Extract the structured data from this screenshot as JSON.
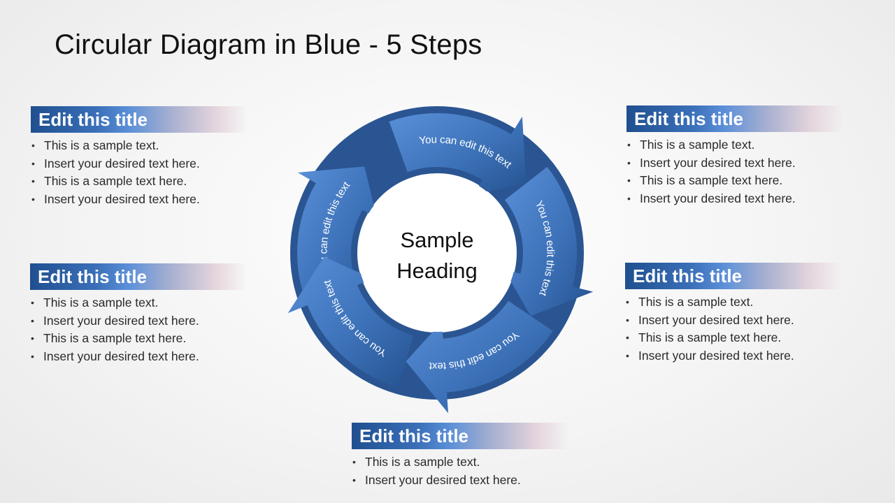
{
  "slide": {
    "title": "Circular Diagram in Blue - 5 Steps"
  },
  "center": {
    "heading_line1": "Sample",
    "heading_line2": "Heading"
  },
  "ring": {
    "colors": {
      "dark": "#23508f",
      "mid": "#3768ad",
      "light": "#5289d3",
      "text": "#ffffff"
    },
    "steps": [
      {
        "label": "You can edit this text"
      },
      {
        "label": "You can edit this text"
      },
      {
        "label": "You can edit this text"
      },
      {
        "label": "You can edit this text"
      },
      {
        "label": "You can edit this text"
      }
    ]
  },
  "blocks": [
    {
      "title": "Edit this title",
      "bullets": [
        "This is a sample text.",
        "Insert your desired  text here.",
        "This is a sample text here.",
        "Insert your desired  text here."
      ]
    },
    {
      "title": "Edit this title",
      "bullets": [
        "This is a sample text.",
        "Insert your desired  text here.",
        "This is a sample text here.",
        "Insert your desired  text here."
      ]
    },
    {
      "title": "Edit this title",
      "bullets": [
        "This is a sample text.",
        "Insert your desired  text here.",
        "This is a sample text here.",
        "Insert your desired  text here."
      ]
    },
    {
      "title": "Edit this title",
      "bullets": [
        "This is a sample text.",
        "Insert your desired  text here.",
        "This is a sample text here.",
        "Insert your desired  text here."
      ]
    },
    {
      "title": "Edit this title",
      "bullets": [
        "This is a sample text.",
        "Insert your desired  text here."
      ]
    }
  ]
}
